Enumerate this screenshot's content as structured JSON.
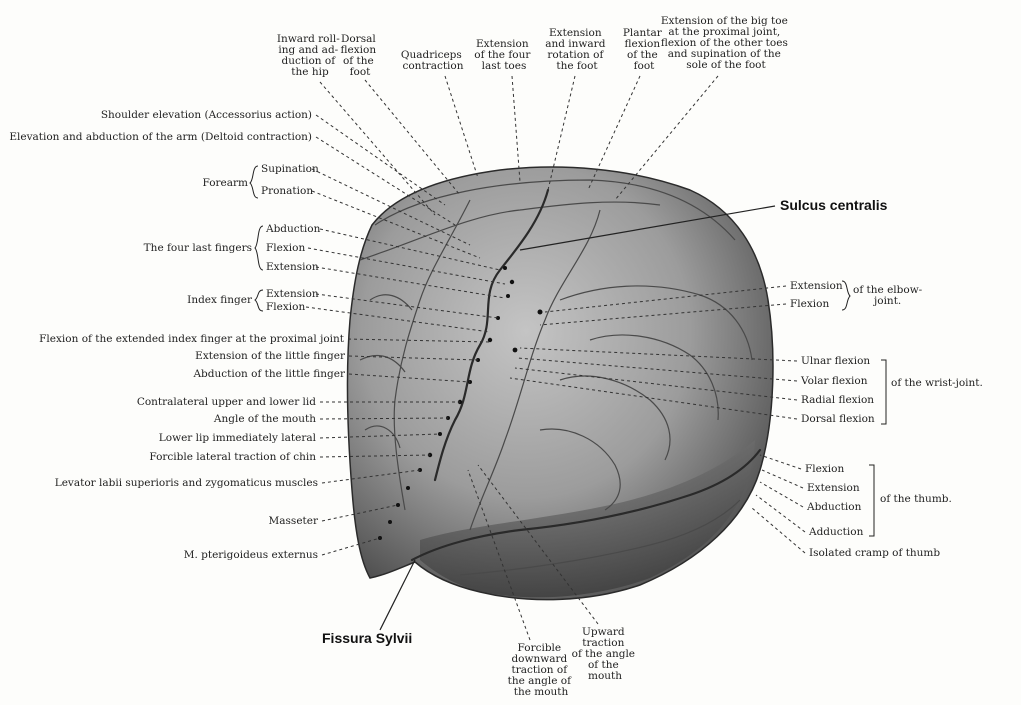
{
  "title_labels": {
    "sulcus_centralis": "Sulcus centralis",
    "fissura_sylvii": "Fissura Sylvii"
  },
  "top_labels": [
    [
      "Inward roll-",
      "ing and ad-",
      "duction of",
      "the hip"
    ],
    [
      "Dorsal",
      "flexion",
      "of the",
      "foot"
    ],
    [
      "Quadriceps",
      "contraction"
    ],
    [
      "Extension",
      "of the four",
      "last toes"
    ],
    [
      "Extension",
      "and inward",
      "rotation of",
      "the foot"
    ],
    [
      "Plantar",
      "flexion",
      "of the",
      "foot"
    ],
    [
      "Extension of the big toe",
      "at the proximal joint,",
      "flexion of the other toes",
      "and supination of the",
      "sole of the foot"
    ]
  ],
  "left_labels": {
    "shoulder": "Shoulder elevation (Accessorius action)",
    "arm": "Elevation and abduction of the arm (Deltoid contraction)",
    "forearm_group": "Forearm",
    "supination": "Supination",
    "pronation": "Pronation",
    "fingers_group": "The four last fingers",
    "f_abduction": "Abduction",
    "f_flexion": "Flexion",
    "f_extension": "Extension",
    "index_group": "Index finger",
    "i_extension": "Extension",
    "i_flexion": "Flexion",
    "ext_index_prox": "Flexion of the extended index finger at the proximal joint",
    "ext_little": "Extension of the little finger",
    "abd_little": "Abduction of the little finger",
    "lids": "Contralateral upper and lower lid",
    "mouth_angle": "Angle of the mouth",
    "lower_lip": "Lower lip immediately lateral",
    "chin": "Forcible lateral traction of chin",
    "levator": "Levator labii superioris and zygomaticus muscles",
    "masseter": "Masseter",
    "pterygoid": "M. pterigoideus externus"
  },
  "right_labels": {
    "elbow_extension": "Extension",
    "elbow_flexion": "Flexion",
    "elbow_group": [
      "of the elbow-",
      "joint."
    ],
    "ulnar": "Ulnar flexion",
    "volar": "Volar flexion",
    "radial": "Radial flexion",
    "dorsal": "Dorsal flexion",
    "wrist_group": "of the wrist-joint.",
    "t_flexion": "Flexion",
    "t_extension": "Extension",
    "t_abduction": "Abduction",
    "t_adduction": "Adduction",
    "thumb_group": "of the thumb.",
    "cramp": "Isolated cramp of thumb"
  },
  "bottom_labels": [
    [
      "Forcible",
      "downward",
      "traction of",
      "the angle of",
      "the mouth"
    ],
    [
      "Upward",
      "traction",
      "of the angle",
      "of the",
      "mouth"
    ]
  ],
  "colors": {
    "background": "#fdfdfb",
    "brain_light": "#b9b9b9",
    "brain_mid": "#8f8f8f",
    "brain_dark": "#3b3b3b",
    "ink": "#222222"
  }
}
